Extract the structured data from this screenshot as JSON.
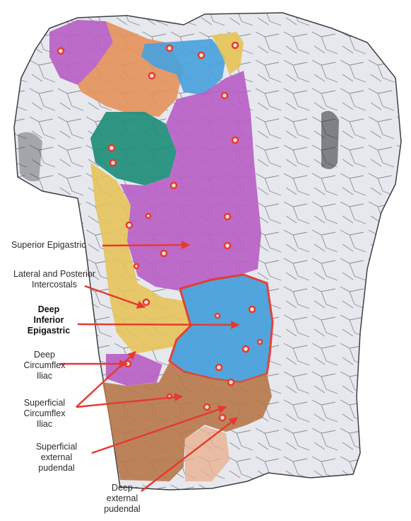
{
  "labels": {
    "superior_epigastric": "Superior Epigastric",
    "lateral_posterior_intercostals": [
      "Lateral and Posterior",
      "Intercostals"
    ],
    "deep_inferior_epigastric": [
      "Deep",
      "Inferior",
      "Epigastric"
    ],
    "deep_circumflex_iliac": [
      "Deep",
      "Circumflex",
      "Iliac"
    ],
    "superficial_circumflex_iliac": [
      "Superficial",
      "Circumflex",
      "Iliac"
    ],
    "superficial_external_pudendal": [
      "Superficial",
      "external",
      "pudendal"
    ],
    "deep_external_pudendal": [
      "Deep",
      "external",
      "pudendal"
    ]
  },
  "colors": {
    "purple": "#b860c4",
    "orange": "#e4915a",
    "blue": "#4aa2dc",
    "teal": "#1f8e7a",
    "yellow": "#e5c35a",
    "brown": "#b7784a",
    "arrow": "#e8382d",
    "skin": "#e6e8ee"
  }
}
